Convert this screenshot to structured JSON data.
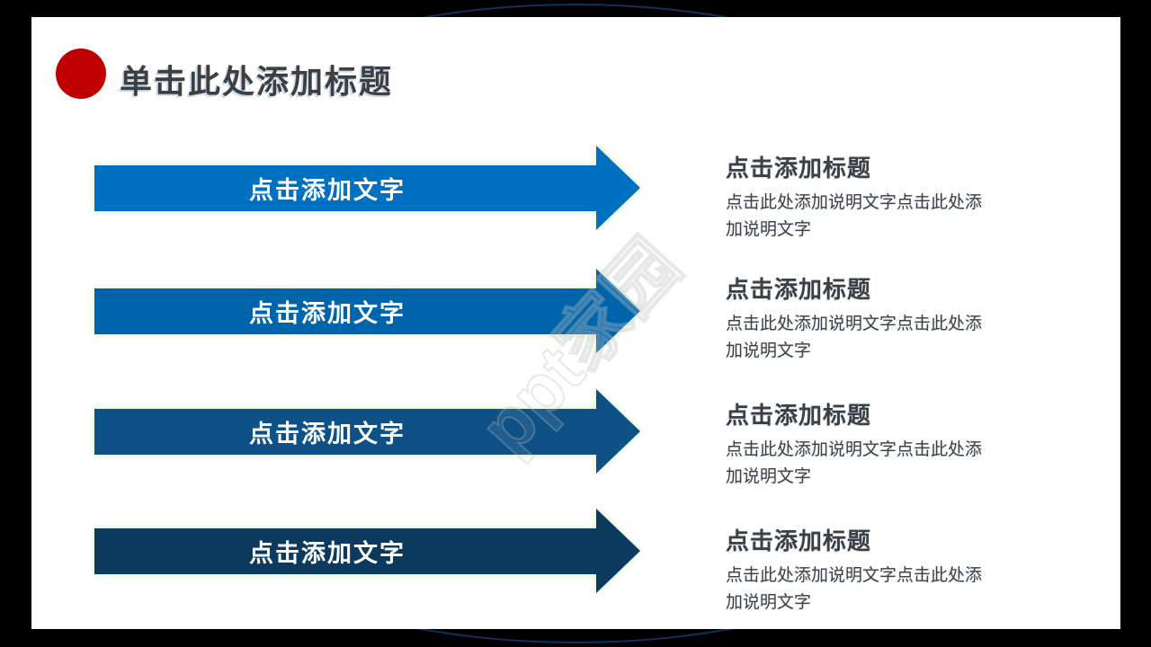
{
  "slide": {
    "title": "单击此处添加标题",
    "accent_circle_color": "#c00000"
  },
  "watermark": {
    "text": "ppt家园"
  },
  "rows": [
    {
      "arrow_label": "点击添加文字",
      "arrow_color": "#0070c0",
      "heading": "点击添加标题",
      "body": "点击此处添加说明文字点击此处添加说明文字"
    },
    {
      "arrow_label": "点击添加文字",
      "arrow_color": "#0064ab",
      "heading": "点击添加标题",
      "body": "点击此处添加说明文字点击此处添加说明文字"
    },
    {
      "arrow_label": "点击添加文字",
      "arrow_color": "#0d5186",
      "heading": "点击添加标题",
      "body": "点击此处添加说明文字点击此处添加说明文字"
    },
    {
      "arrow_label": "点击添加文字",
      "arrow_color": "#0c3a5e",
      "heading": "点击添加标题",
      "body": "点击此处添加说明文字点击此处添加说明文字"
    }
  ]
}
